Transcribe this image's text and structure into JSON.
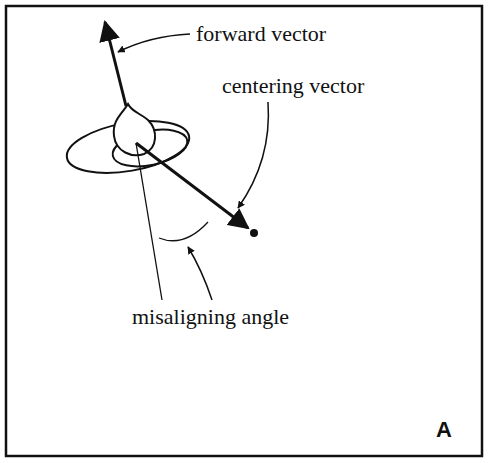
{
  "diagram": {
    "labels": [
      "forward vector",
      "centering vector",
      "misaligning angle",
      "A"
    ]
  }
}
